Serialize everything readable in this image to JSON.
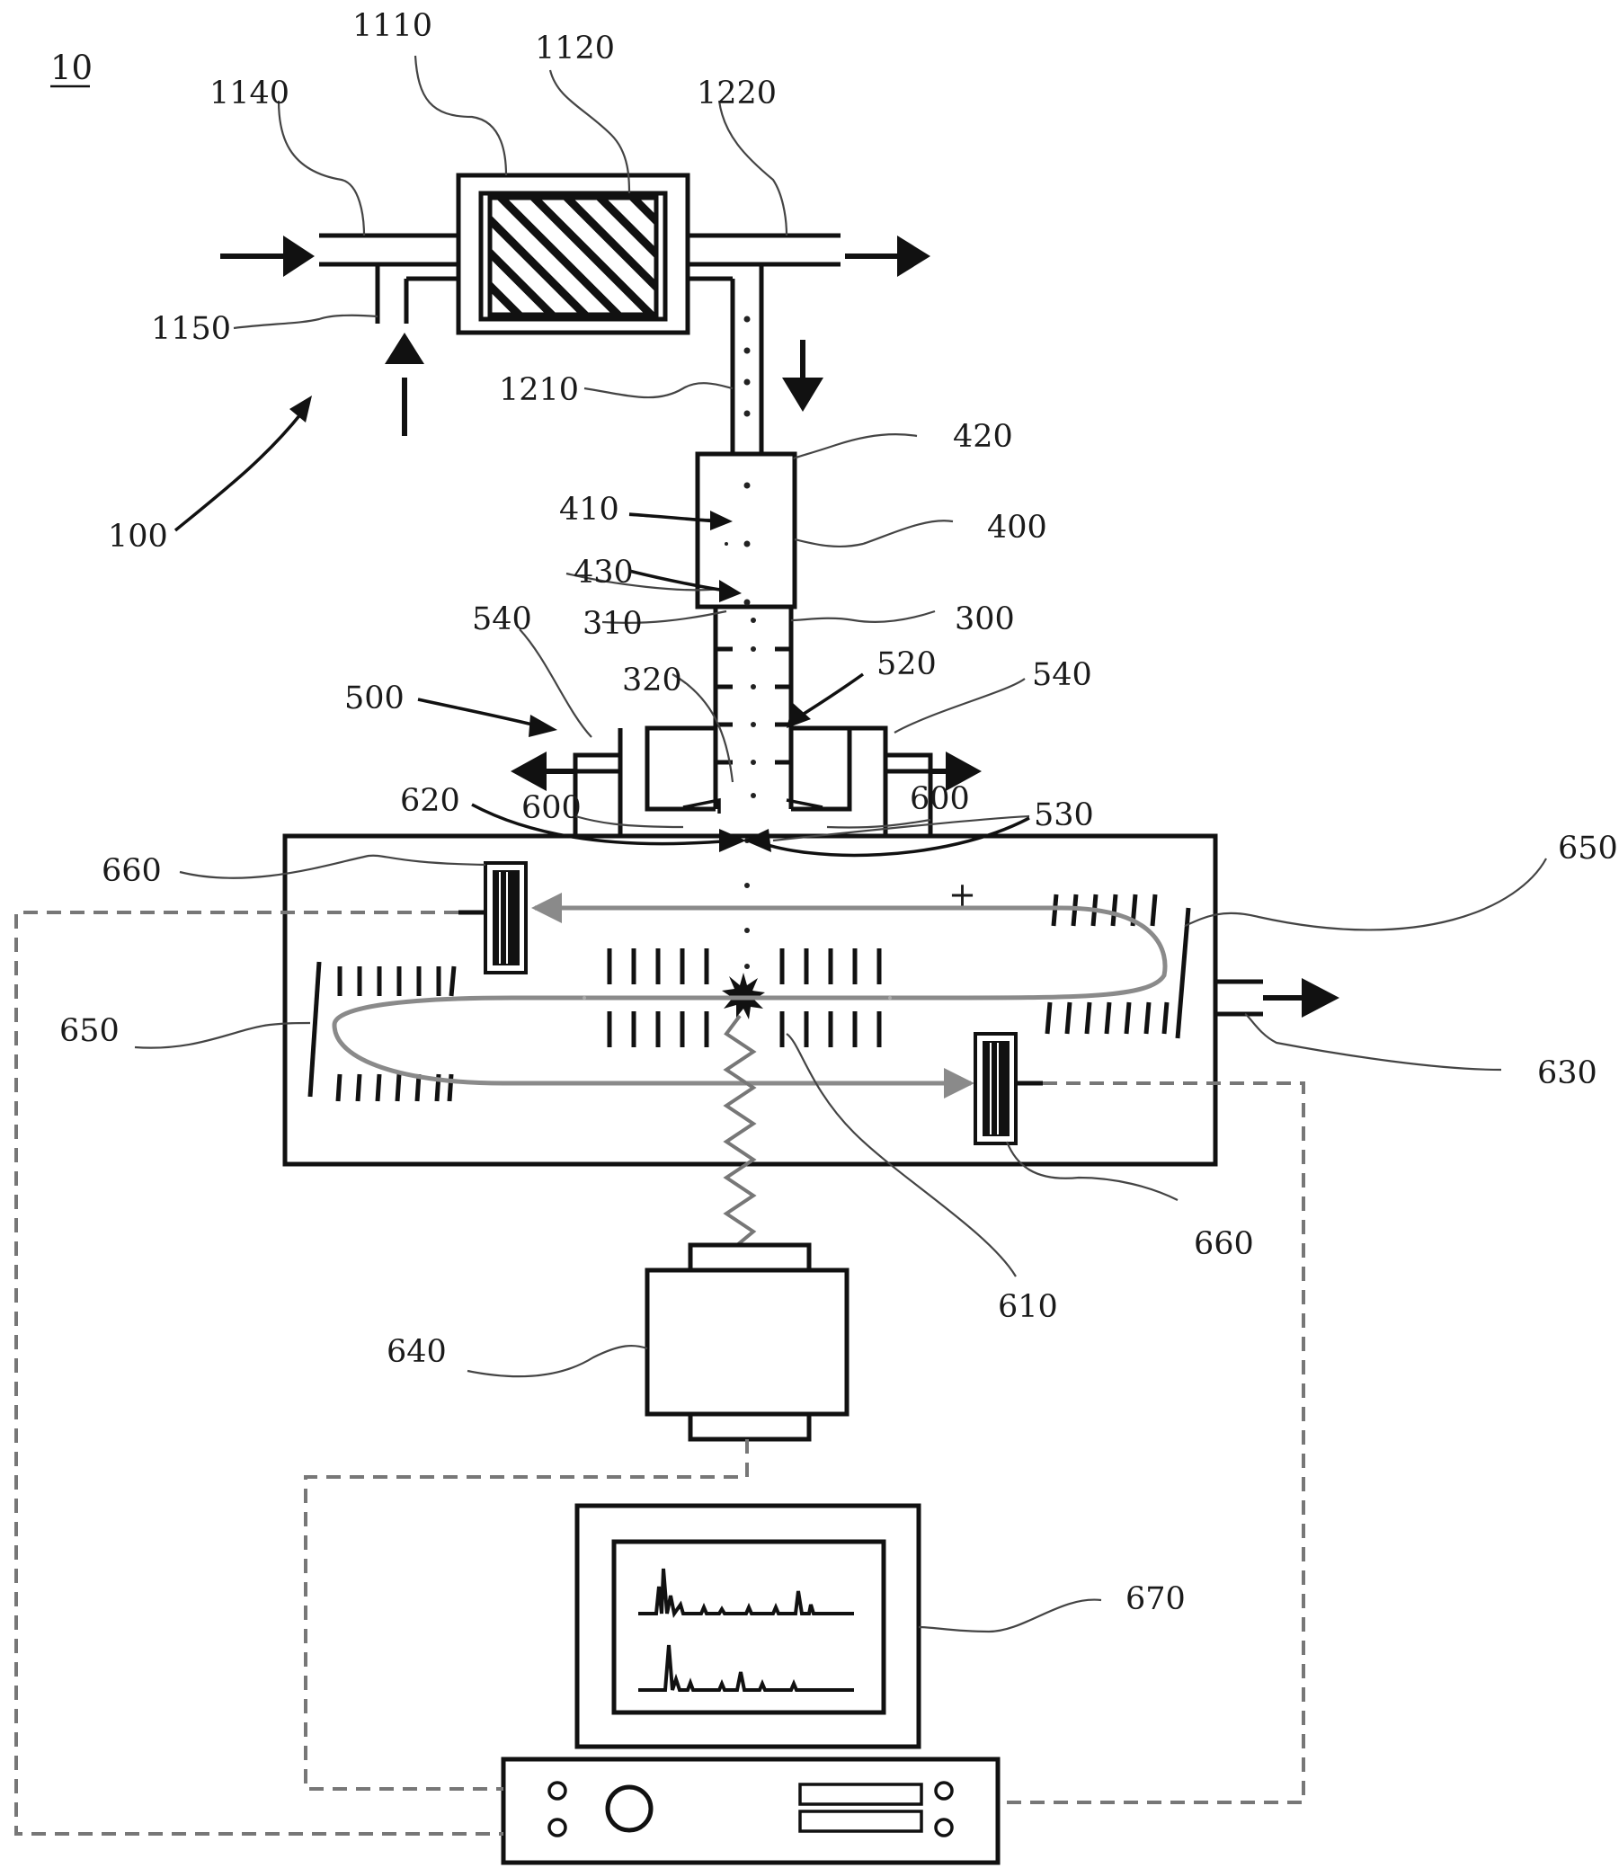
{
  "figure": {
    "number": "10",
    "polarity_symbol": "+"
  },
  "labels": {
    "l1110": "1110",
    "l1120": "1120",
    "l1140": "1140",
    "l1220": "1220",
    "l1150": "1150",
    "l1210": "1210",
    "l100": "100",
    "l420": "420",
    "l410": "410",
    "l400": "400",
    "l430": "430",
    "l310": "310",
    "l300": "300",
    "l540a": "540",
    "l540b": "540",
    "l520": "520",
    "l320": "320",
    "l500": "500",
    "l620": "620",
    "l600a": "600",
    "l600b": "600",
    "l530": "530",
    "l660a": "660",
    "l650a": "650",
    "l650b": "650",
    "l630": "630",
    "l660b": "660",
    "l610": "610",
    "l640": "640",
    "l670": "670"
  },
  "colors": {
    "line": "#111111",
    "ion_path": "#8a8a8a",
    "signal_dashed": "#777777"
  }
}
